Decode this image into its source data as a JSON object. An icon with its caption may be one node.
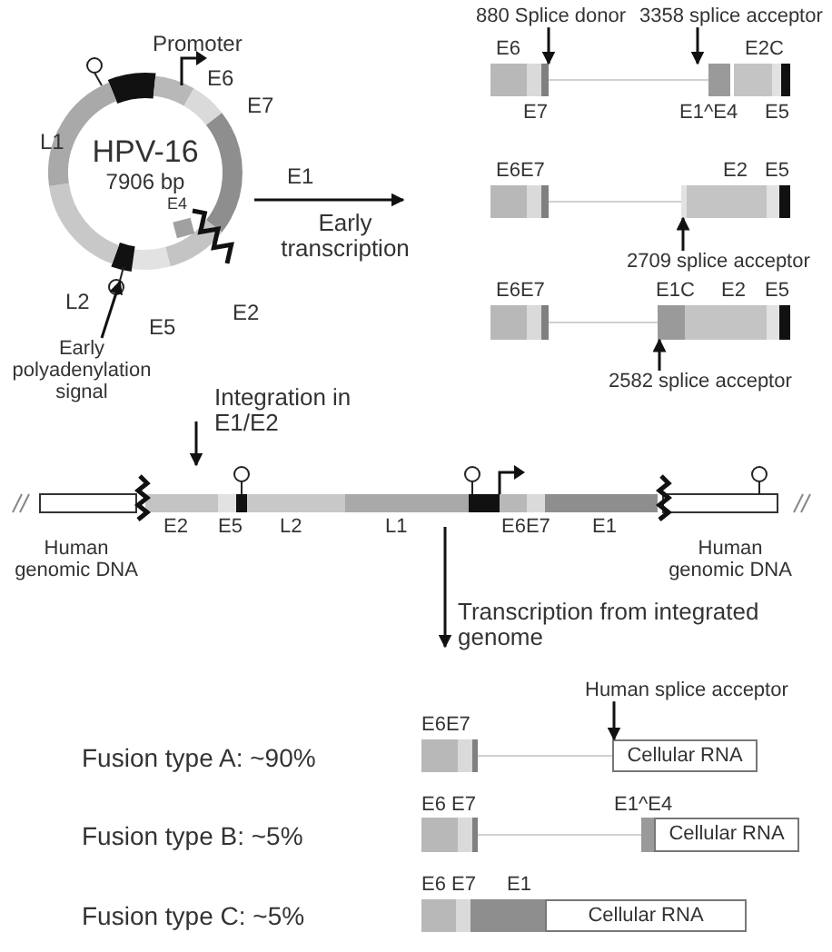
{
  "diagram": {
    "nodes": [
      {
        "text": [
          "HPV-16",
          "7906 bp"
        ]
      },
      {
        "text": [
          "880 Splice donor"
        ]
      },
      {
        "text": [
          "3358 splice acceptor"
        ]
      },
      {
        "text": [
          "2709 splice acceptor"
        ]
      },
      {
        "text": [
          "2582 splice acceptor"
        ]
      },
      {
        "text": [
          "Early polyadenylation signal"
        ]
      },
      {
        "text": [],
        "shape": "bar"
      },
      {
        "text": [
          "Human splice acceptor"
        ]
      },
      {
        "text": [
          "Cellular RNA"
        ]
      },
      {
        "text": [
          "Cellular RNA"
        ]
      },
      {
        "text": [
          "Cellular RNA"
        ]
      },
      {
        "text": [],
        "shape": "bar"
      },
      {
        "text": [],
        "shape": "bar"
      },
      {
        "text": [],
        "shape": "bar"
      }
    ],
    "edges": [
      {
        "from": 0,
        "to": null,
        "arrow": "to",
        "label": "Early transcription"
      },
      {
        "from": 1,
        "to": 11,
        "arrow": "to"
      },
      {
        "from": 2,
        "to": 11,
        "arrow": "to"
      },
      {
        "from": 3,
        "to": 12,
        "arrow": "to"
      },
      {
        "from": 4,
        "to": 13,
        "arrow": "to"
      },
      {
        "from": 5,
        "to": 0,
        "arrow": "to"
      },
      {
        "from": null,
        "to": 6,
        "arrow": "to",
        "label": "Integration in E1/E2"
      },
      {
        "from": 6,
        "to": null,
        "arrow": "to",
        "label": "Transcription from integrated genome"
      },
      {
        "from": 7,
        "to": 8,
        "arrow": "to"
      }
    ],
    "labels": [
      "Promoter",
      "E6",
      "E7",
      "L1",
      "E1",
      "E4",
      "L2",
      "E2",
      "E5",
      "E6",
      "E2C",
      "E7",
      "E1^E4",
      "E5",
      "E6E7",
      "E2",
      "E5",
      "E6E7",
      "E1C",
      "E2",
      "E5",
      "E2",
      "E5",
      "L2",
      "L1",
      "E6E7",
      "E1",
      "Human genomic DNA",
      "Human genomic DNA",
      "Fusion type A: ~90%",
      "E6E7",
      "Fusion type B: ~5%",
      "E6 E7",
      "E1^E4",
      "Fusion type C: ~5%",
      "E6 E7",
      "E1"
    ]
  }
}
